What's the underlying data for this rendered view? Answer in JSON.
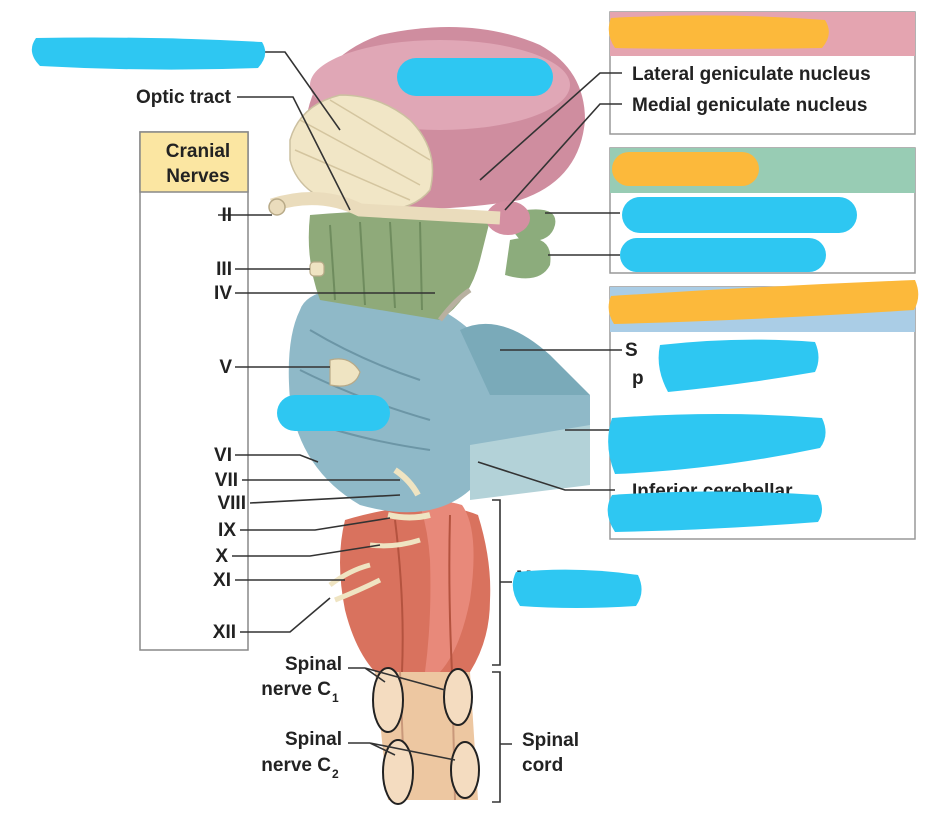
{
  "cranial_nerves": {
    "title_line1": "Cranial",
    "title_line2": "Nerves",
    "items": [
      "II",
      "III",
      "IV",
      "V",
      "VI",
      "VII",
      "VIII",
      "IX",
      "X",
      "XI",
      "XII"
    ]
  },
  "labels": {
    "optic_tract": "Optic tract",
    "lateral_geniculate": "Lateral geniculate nucleus",
    "medial_geniculate": "Medial geniculate nucleus",
    "inferior_cerebellar": "Inferior cerebellar",
    "superior_fragment": "S",
    "superior_fragment_2": "p",
    "medulla_fragment_top": "M",
    "spinal_nerve_c1_line1": "Spinal",
    "spinal_nerve_c1_word": "nerve",
    "spinal_nerve_c1_letter": "C",
    "spinal_nerve_c1_sub": "1",
    "spinal_nerve_c2_line1": "Spinal",
    "spinal_nerve_c2_word": "nerve",
    "spinal_nerve_c2_letter": "C",
    "spinal_nerve_c2_sub": "2",
    "spinal_cord_line1": "Spinal",
    "spinal_cord_line2": "cord"
  },
  "colors": {
    "thalamus": "#cf8d9f",
    "midbrain": "#8faa7a",
    "pons": "#8fb9c8",
    "medulla": "#d9725e",
    "spinal_cord": "#edc7a1",
    "diencephalon_header": "#e4a4b0",
    "midbrain_header": "#98ccb4",
    "pons_header": "#aacde6",
    "cranial_nerves_header": "#fbe6a2",
    "redaction_blue": "#2ec7f2",
    "redaction_orange": "#fcb93b"
  }
}
